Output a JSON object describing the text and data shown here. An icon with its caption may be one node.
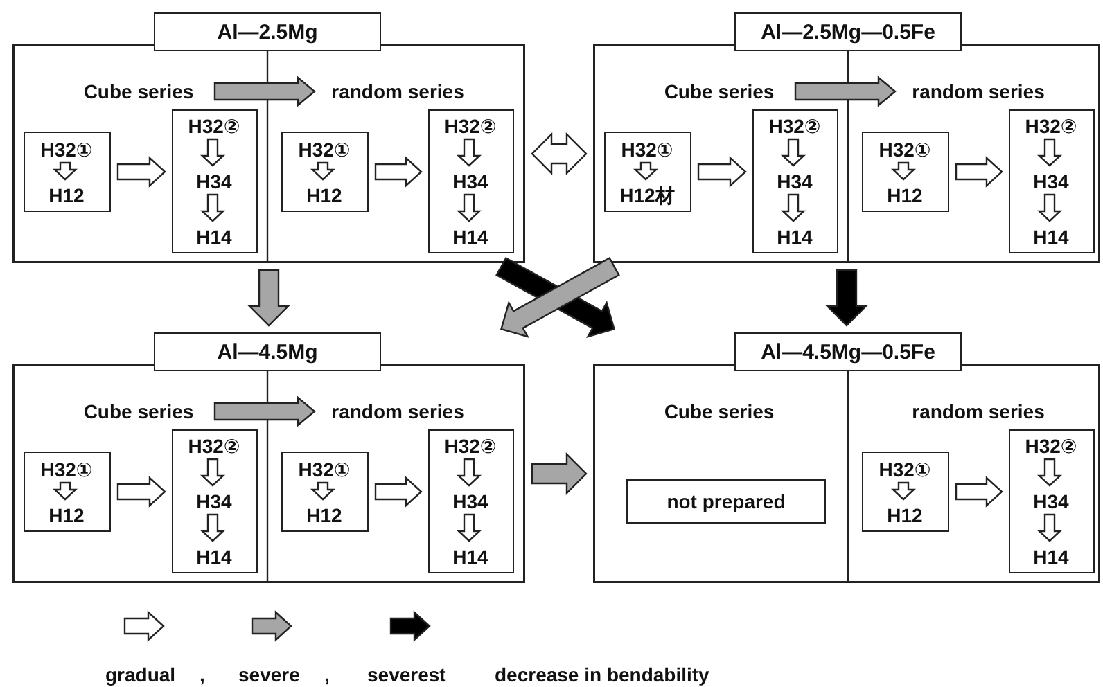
{
  "diagram": {
    "nodes": [
      {
        "text": [
          "Al—2.5Mg"
        ]
      },
      {
        "text": [
          "Cube series"
        ],
        "in": 0
      },
      {
        "text": [
          "random series"
        ],
        "in": 0
      },
      {
        "text": [],
        "shape": "box",
        "in": 0
      },
      {
        "text": [
          "H32①"
        ],
        "in": 3
      },
      {
        "text": [
          "H12"
        ],
        "in": 3
      },
      {
        "text": [],
        "shape": "box",
        "in": 0
      },
      {
        "text": [
          "H32②"
        ],
        "in": 6
      },
      {
        "text": [
          "H34"
        ],
        "in": 6
      },
      {
        "text": [
          "H14"
        ],
        "in": 6
      },
      {
        "text": [],
        "shape": "box",
        "in": 0
      },
      {
        "text": [
          "H32①"
        ],
        "in": 10
      },
      {
        "text": [
          "H12"
        ],
        "in": 10
      },
      {
        "text": [],
        "shape": "box",
        "in": 0
      },
      {
        "text": [
          "H32②"
        ],
        "in": 13
      },
      {
        "text": [
          "H34"
        ],
        "in": 13
      },
      {
        "text": [
          "H14"
        ],
        "in": 13
      },
      {
        "text": [
          "Al—2.5Mg—0.5Fe"
        ]
      },
      {
        "text": [
          "Cube series"
        ],
        "in": 17
      },
      {
        "text": [
          "random series"
        ],
        "in": 17
      },
      {
        "text": [],
        "shape": "box",
        "in": 17
      },
      {
        "text": [
          "H32①"
        ],
        "in": 20
      },
      {
        "text": [
          "H12材"
        ],
        "in": 20
      },
      {
        "text": [],
        "shape": "box",
        "in": 17
      },
      {
        "text": [
          "H32②"
        ],
        "in": 23
      },
      {
        "text": [
          "H34"
        ],
        "in": 23
      },
      {
        "text": [
          "H14"
        ],
        "in": 23
      },
      {
        "text": [],
        "shape": "box",
        "in": 17
      },
      {
        "text": [
          "H32①"
        ],
        "in": 27
      },
      {
        "text": [
          "H12"
        ],
        "in": 27
      },
      {
        "text": [],
        "shape": "box",
        "in": 17
      },
      {
        "text": [
          "H32②"
        ],
        "in": 30
      },
      {
        "text": [
          "H34"
        ],
        "in": 30
      },
      {
        "text": [
          "H14"
        ],
        "in": 30
      },
      {
        "text": [
          "Al—4.5Mg"
        ]
      },
      {
        "text": [
          "Cube series"
        ],
        "in": 34
      },
      {
        "text": [
          "random series"
        ],
        "in": 34
      },
      {
        "text": [],
        "shape": "box",
        "in": 34
      },
      {
        "text": [
          "H32①"
        ],
        "in": 37
      },
      {
        "text": [
          "H12"
        ],
        "in": 37
      },
      {
        "text": [],
        "shape": "box",
        "in": 34
      },
      {
        "text": [
          "H32②"
        ],
        "in": 40
      },
      {
        "text": [
          "H34"
        ],
        "in": 40
      },
      {
        "text": [
          "H14"
        ],
        "in": 40
      },
      {
        "text": [],
        "shape": "box",
        "in": 34
      },
      {
        "text": [
          "H32①"
        ],
        "in": 44
      },
      {
        "text": [
          "H12"
        ],
        "in": 44
      },
      {
        "text": [],
        "shape": "box",
        "in": 34
      },
      {
        "text": [
          "H32②"
        ],
        "in": 47
      },
      {
        "text": [
          "H34"
        ],
        "in": 47
      },
      {
        "text": [
          "H14"
        ],
        "in": 47
      },
      {
        "text": [
          "Al—4.5Mg—0.5Fe"
        ]
      },
      {
        "text": [
          "Cube series"
        ],
        "in": 51
      },
      {
        "text": [
          "random series"
        ],
        "in": 51
      },
      {
        "text": [
          "not prepared"
        ],
        "in": 51
      },
      {
        "text": [],
        "shape": "box",
        "in": 51
      },
      {
        "text": [
          "H32①"
        ],
        "in": 55
      },
      {
        "text": [
          "H12"
        ],
        "in": 55
      },
      {
        "text": [],
        "shape": "box",
        "in": 51
      },
      {
        "text": [
          "H32②"
        ],
        "in": 58
      },
      {
        "text": [
          "H34"
        ],
        "in": 58
      },
      {
        "text": [
          "H14"
        ],
        "in": 58
      }
    ],
    "edges": [
      {
        "from": 1,
        "to": 2,
        "arrow": "to",
        "color": "#a6a6a6"
      },
      {
        "from": 3,
        "to": 6,
        "arrow": "to"
      },
      {
        "from": 4,
        "to": 5,
        "arrow": "to"
      },
      {
        "from": 7,
        "to": 8,
        "arrow": "to"
      },
      {
        "from": 8,
        "to": 9,
        "arrow": "to"
      },
      {
        "from": 10,
        "to": 13,
        "arrow": "to"
      },
      {
        "from": 11,
        "to": 12,
        "arrow": "to"
      },
      {
        "from": 14,
        "to": 15,
        "arrow": "to"
      },
      {
        "from": 15,
        "to": 16,
        "arrow": "to"
      },
      {
        "from": 18,
        "to": 19,
        "arrow": "to",
        "color": "#a6a6a6"
      },
      {
        "from": 20,
        "to": 23,
        "arrow": "to"
      },
      {
        "from": 21,
        "to": 22,
        "arrow": "to"
      },
      {
        "from": 24,
        "to": 25,
        "arrow": "to"
      },
      {
        "from": 25,
        "to": 26,
        "arrow": "to"
      },
      {
        "from": 27,
        "to": 30,
        "arrow": "to"
      },
      {
        "from": 28,
        "to": 29,
        "arrow": "to"
      },
      {
        "from": 31,
        "to": 32,
        "arrow": "to"
      },
      {
        "from": 32,
        "to": 33,
        "arrow": "to"
      },
      {
        "from": 35,
        "to": 36,
        "arrow": "to",
        "color": "#a6a6a6"
      },
      {
        "from": 37,
        "to": 40,
        "arrow": "to"
      },
      {
        "from": 38,
        "to": 39,
        "arrow": "to"
      },
      {
        "from": 41,
        "to": 42,
        "arrow": "to"
      },
      {
        "from": 42,
        "to": 43,
        "arrow": "to"
      },
      {
        "from": 44,
        "to": 47,
        "arrow": "to"
      },
      {
        "from": 45,
        "to": 46,
        "arrow": "to"
      },
      {
        "from": 48,
        "to": 49,
        "arrow": "to"
      },
      {
        "from": 49,
        "to": 50,
        "arrow": "to"
      },
      {
        "from": 55,
        "to": 58,
        "arrow": "to"
      },
      {
        "from": 56,
        "to": 57,
        "arrow": "to"
      },
      {
        "from": 59,
        "to": 60,
        "arrow": "to"
      },
      {
        "from": 60,
        "to": 61,
        "arrow": "to"
      },
      {
        "from": 0,
        "to": 17,
        "arrow": "both"
      },
      {
        "from": 0,
        "to": 34,
        "arrow": "to",
        "color": "#a6a6a6"
      },
      {
        "from": 17,
        "to": 51,
        "arrow": "to",
        "color": "#000000"
      },
      {
        "from": 0,
        "to": 51,
        "arrow": "to",
        "color": "#000000"
      },
      {
        "from": 17,
        "to": 34,
        "arrow": "to",
        "color": "#a6a6a6"
      },
      {
        "from": 34,
        "to": 51,
        "arrow": "to",
        "color": "#a6a6a6"
      }
    ],
    "labels": [
      ",",
      ",",
      "decrease in bendability"
    ],
    "legend": [
      {
        "text": "gradual"
      },
      {
        "text": "severe"
      },
      {
        "text": "severest"
      }
    ]
  }
}
